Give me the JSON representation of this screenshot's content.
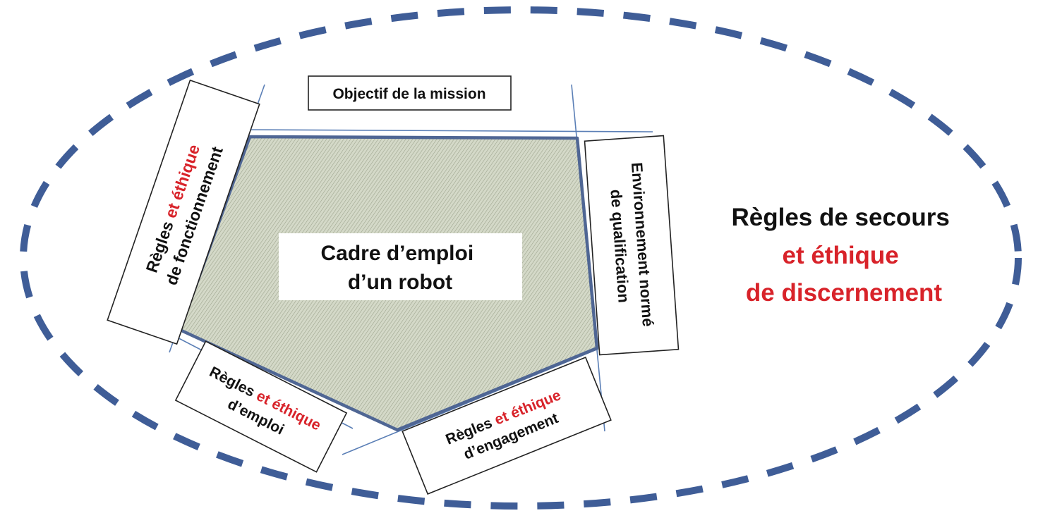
{
  "colors": {
    "ellipse_dash": "#3f5d97",
    "frame_lines": "#5b7fb6",
    "pentagon_fill": "#c9cfbd",
    "pentagon_edge": "#4f6694",
    "black_text": "#111111",
    "red_text": "#d8232a"
  },
  "center": {
    "line1": "Cadre d’emploi",
    "line2": "d’un robot"
  },
  "top_box": {
    "label": "Objectif de la mission"
  },
  "left_box": {
    "line1_black": "Règles ",
    "line1_red": "et éthique",
    "line2": "de fonctionnement"
  },
  "right_box": {
    "line1": "Environnement normé",
    "line2": "de qualification"
  },
  "bottom_left_box": {
    "line1_black": "Règles ",
    "line1_red": "et éthique",
    "line2": "d’emploi"
  },
  "bottom_right_box": {
    "line1_black": "Règles ",
    "line1_red": "et éthique",
    "line2": "d’engagement"
  },
  "outer": {
    "line1": "Règles de secours",
    "line2": "et éthique",
    "line3": "de discernement"
  }
}
